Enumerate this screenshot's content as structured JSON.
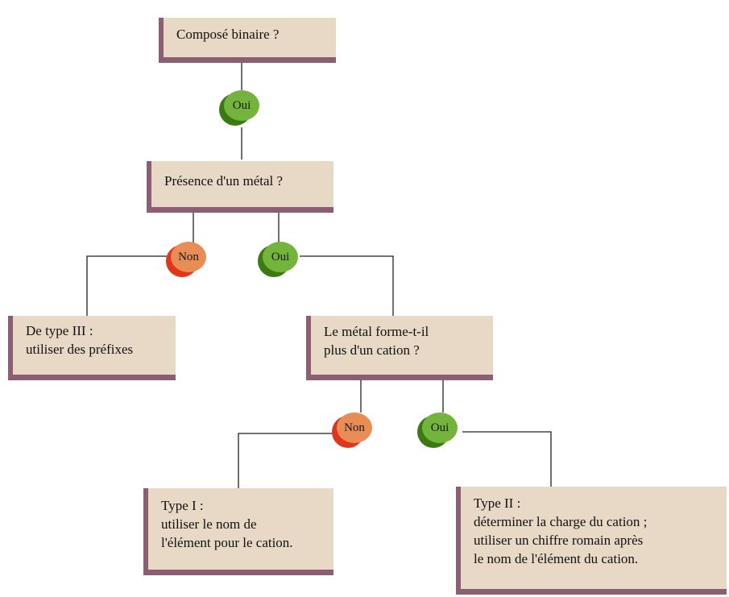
{
  "flowchart": {
    "q1": "Composé binaire ?",
    "q1_yes": "Oui",
    "q2": "Présence d'un métal ?",
    "q2_no": "Non",
    "q2_yes": "Oui",
    "type3": {
      "line1": "De type III :",
      "line2": "utiliser des préfixes"
    },
    "q3": {
      "line1": "Le métal forme-t-il",
      "line2": "plus d'un cation ?"
    },
    "q3_no": "Non",
    "q3_yes": "Oui",
    "type1": {
      "line1": "Type I :",
      "line2": "utiliser le nom de",
      "line3": "l'élément pour le cation."
    },
    "type2": {
      "line1": "Type II :",
      "line2": "déterminer la charge du cation ;",
      "line3": "utiliser un chiffre romain après",
      "line4": "le nom de l'élément du cation."
    }
  },
  "colors": {
    "box_fill": "#e7d9c6",
    "box_shadow": "#8b5e74",
    "yes_oval": "#74b43c",
    "no_oval": "#e88d55"
  }
}
